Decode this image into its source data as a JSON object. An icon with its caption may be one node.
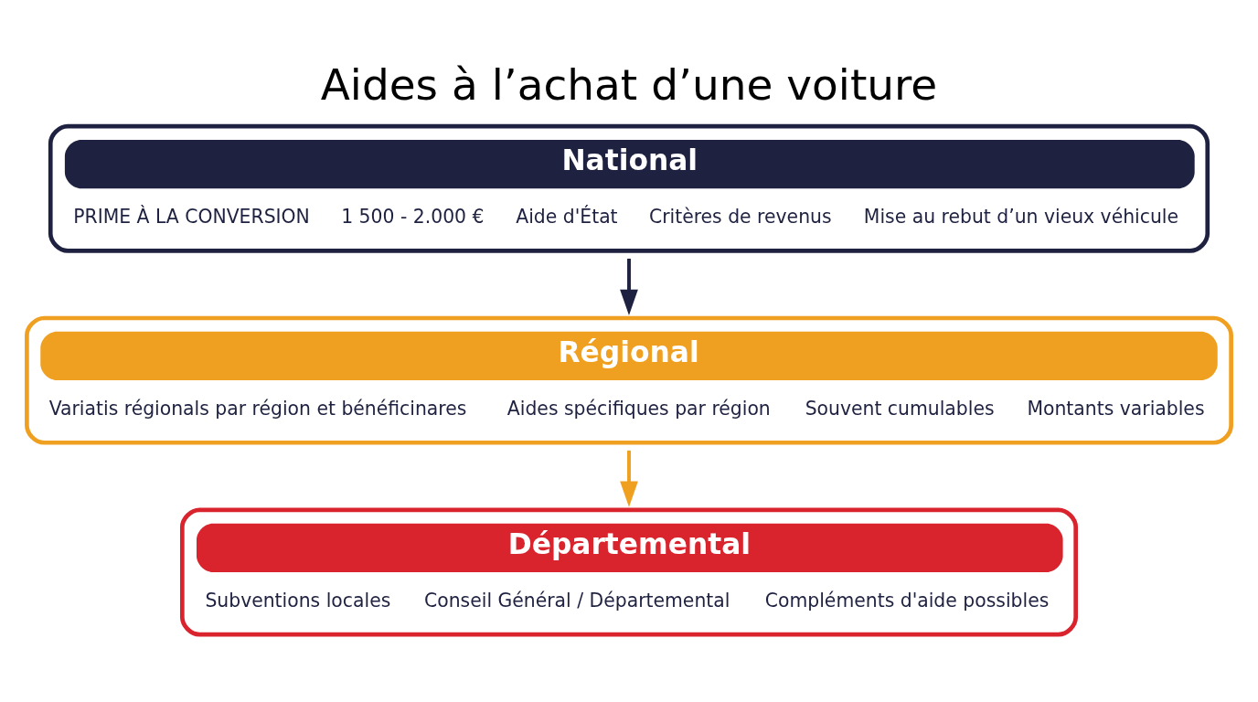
{
  "diagram": {
    "title": "Aides à l’achat d’une voiture",
    "nodes": [
      {
        "text": [
          "National",
          "PRIME À LA CONVERSION",
          "1 500 - 2.000 €",
          "Aide d'État",
          "Critères de revenus",
          "Mise au rebut d’un vieux véhicule"
        ]
      },
      {
        "text": [
          "Régional",
          "Variatis régionals par région et bénéficinares",
          "Aides spécifiques par région",
          "Souvent cumulables",
          "Montants variables"
        ]
      },
      {
        "text": [
          "Départemental",
          "Subventions locales",
          "Conseil Général / Départemental",
          "Compléments d'aide possibles"
        ]
      }
    ],
    "edges": [
      {
        "from": 0,
        "to": 1,
        "arrow": "to",
        "color": "#1e2140"
      },
      {
        "from": 1,
        "to": 2,
        "arrow": "to",
        "color": "#f0a020"
      }
    ]
  }
}
